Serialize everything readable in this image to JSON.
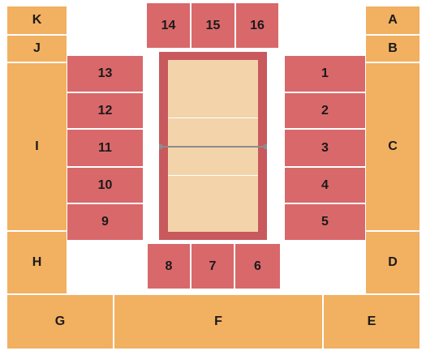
{
  "colors": {
    "general_admission": "#f2b061",
    "reserved": "#d9686a",
    "court_border": "#c8595d",
    "court_floor": "#f3d3aa"
  },
  "sections": {
    "K": "K",
    "J": "J",
    "I": "I",
    "H": "H",
    "G": "G",
    "F": "F",
    "E": "E",
    "D": "D",
    "C": "C",
    "B": "B",
    "A": "A",
    "s1": "1",
    "s2": "2",
    "s3": "3",
    "s4": "4",
    "s5": "5",
    "s6": "6",
    "s7": "7",
    "s8": "8",
    "s9": "9",
    "s10": "10",
    "s11": "11",
    "s12": "12",
    "s13": "13",
    "s14": "14",
    "s15": "15",
    "s16": "16"
  }
}
